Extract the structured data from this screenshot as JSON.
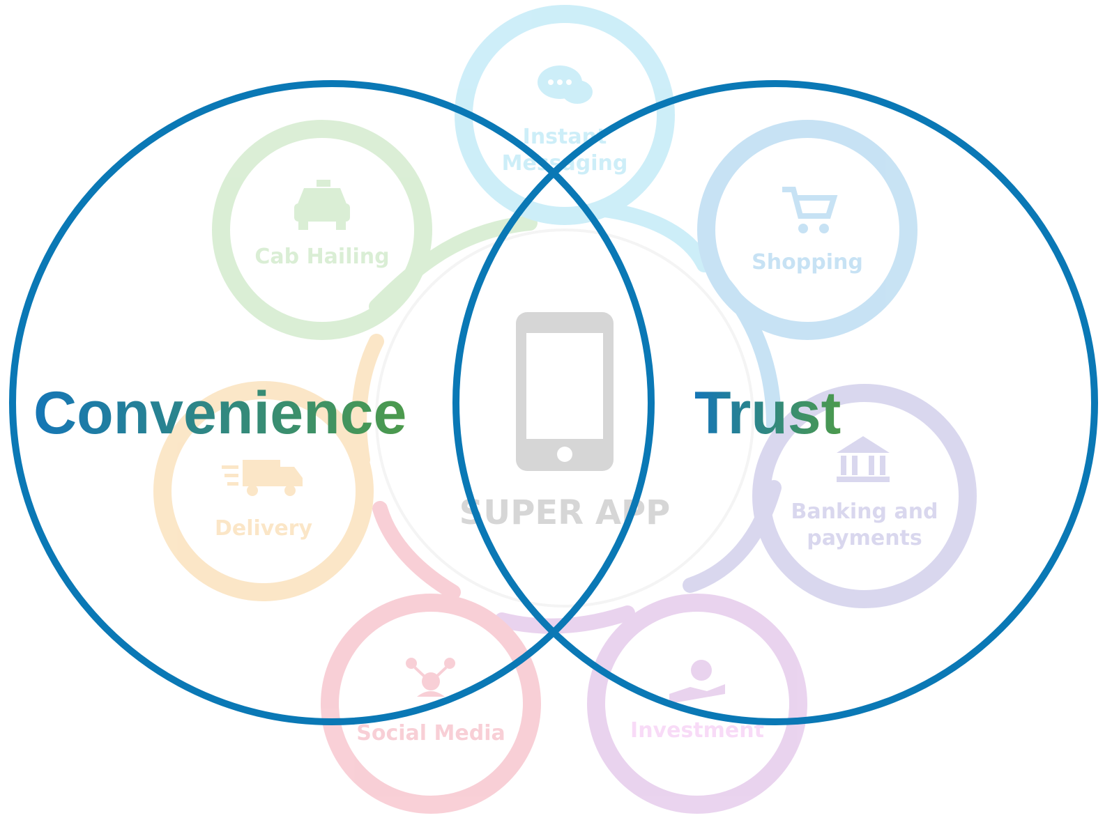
{
  "center": {
    "label": "SUPER APP",
    "icon": "smartphone-icon"
  },
  "satellites": [
    {
      "id": "messaging",
      "label_lines": [
        "Instant",
        "Messaging"
      ],
      "icon": "chat-bubbles-icon",
      "color": "#4fc3e8"
    },
    {
      "id": "cab",
      "label_lines": [
        "Cab Hailing"
      ],
      "icon": "taxi-icon",
      "color": "#7dc36b"
    },
    {
      "id": "shopping",
      "label_lines": [
        "Shopping"
      ],
      "icon": "shopping-cart-icon",
      "color": "#3b9ad8"
    },
    {
      "id": "delivery",
      "label_lines": [
        "Delivery"
      ],
      "icon": "delivery-truck-icon",
      "color": "#f2a93b"
    },
    {
      "id": "banking",
      "label_lines": [
        "Banking and",
        "payments"
      ],
      "icon": "bank-icon",
      "color": "#7b74c6"
    },
    {
      "id": "social",
      "label_lines": [
        "Social Media"
      ],
      "icon": "social-network-icon",
      "color": "#e8566f"
    },
    {
      "id": "investment",
      "label_lines": [
        "Investment"
      ],
      "icon": "investment-icon",
      "color": "#b463c6"
    }
  ],
  "venn": {
    "left_label": "Convenience",
    "right_label": "Trust",
    "circle_color": "#0a78b5",
    "gradient_start": "#1576b6",
    "gradient_end": "#4c9a4c"
  }
}
